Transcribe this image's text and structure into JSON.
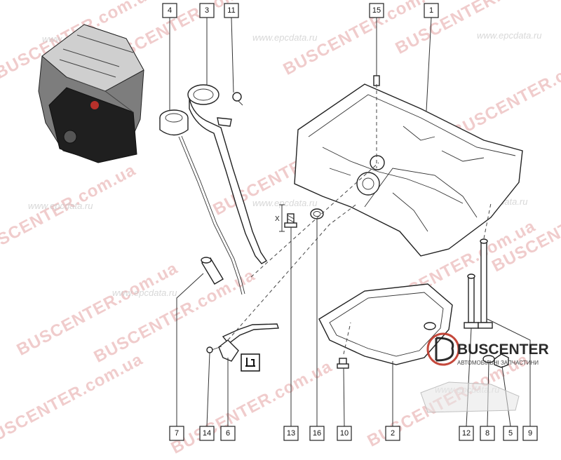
{
  "callouts": {
    "c4": "4",
    "c3": "3",
    "c11": "11",
    "c15": "15",
    "c1": "1",
    "c7": "7",
    "c14": "14",
    "c6": "6",
    "c13": "13",
    "c16": "16",
    "c10": "10",
    "c2": "2",
    "c12": "12",
    "c8": "8",
    "c5": "5",
    "c9": "9"
  },
  "dimension_label": "X",
  "watermarks": {
    "brand": "BUSCENTER",
    "domain": "BUSCENTER.com.ua",
    "site": "www.epcdata.ru"
  },
  "logo": {
    "name": "BUSCENTER",
    "tagline": "АВТОМОБІЛЬНІ ЗАПЧАСТИНИ"
  },
  "icons": [
    "engine-thumbnail",
    "manual-book-icon"
  ]
}
